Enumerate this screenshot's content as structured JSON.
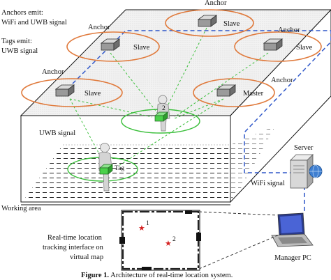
{
  "labels": {
    "anchors_emit_1": "Anchors emit:",
    "anchors_emit_2": "WiFi and UWB signal",
    "tags_emit_1": "Tags emit:",
    "tags_emit_2": "UWB signal",
    "uwb_signal": "UWB signal",
    "working_area": "Working area",
    "wifi_signal": "WiFi signal",
    "server": "Server",
    "manager_pc": "Manager PC",
    "interface_1": "Real-time location",
    "interface_2": "tracking interface on",
    "interface_3": "virtual map"
  },
  "anchors": [
    {
      "name": "Anchor",
      "role": "Slave"
    },
    {
      "name": "Anchor",
      "role": "Slave"
    },
    {
      "name": "Anchor",
      "role": "Slave"
    },
    {
      "name": "Anchor",
      "role": "Slave"
    },
    {
      "name": "Anchor",
      "role": "Master"
    }
  ],
  "tags": [
    {
      "label": "2"
    },
    {
      "label": "Tag"
    }
  ],
  "map_markers": [
    "1",
    "2"
  ],
  "caption": {
    "prefix": "Figure 1.",
    "text": " Architecture of real-time location system."
  },
  "colors": {
    "ellipse_orange": "#e07a3c",
    "green_dashed": "#3bbf3b",
    "blue_dashed": "#2f57c9",
    "tag_green": "#4bd14b",
    "marker_red": "#d42020"
  }
}
